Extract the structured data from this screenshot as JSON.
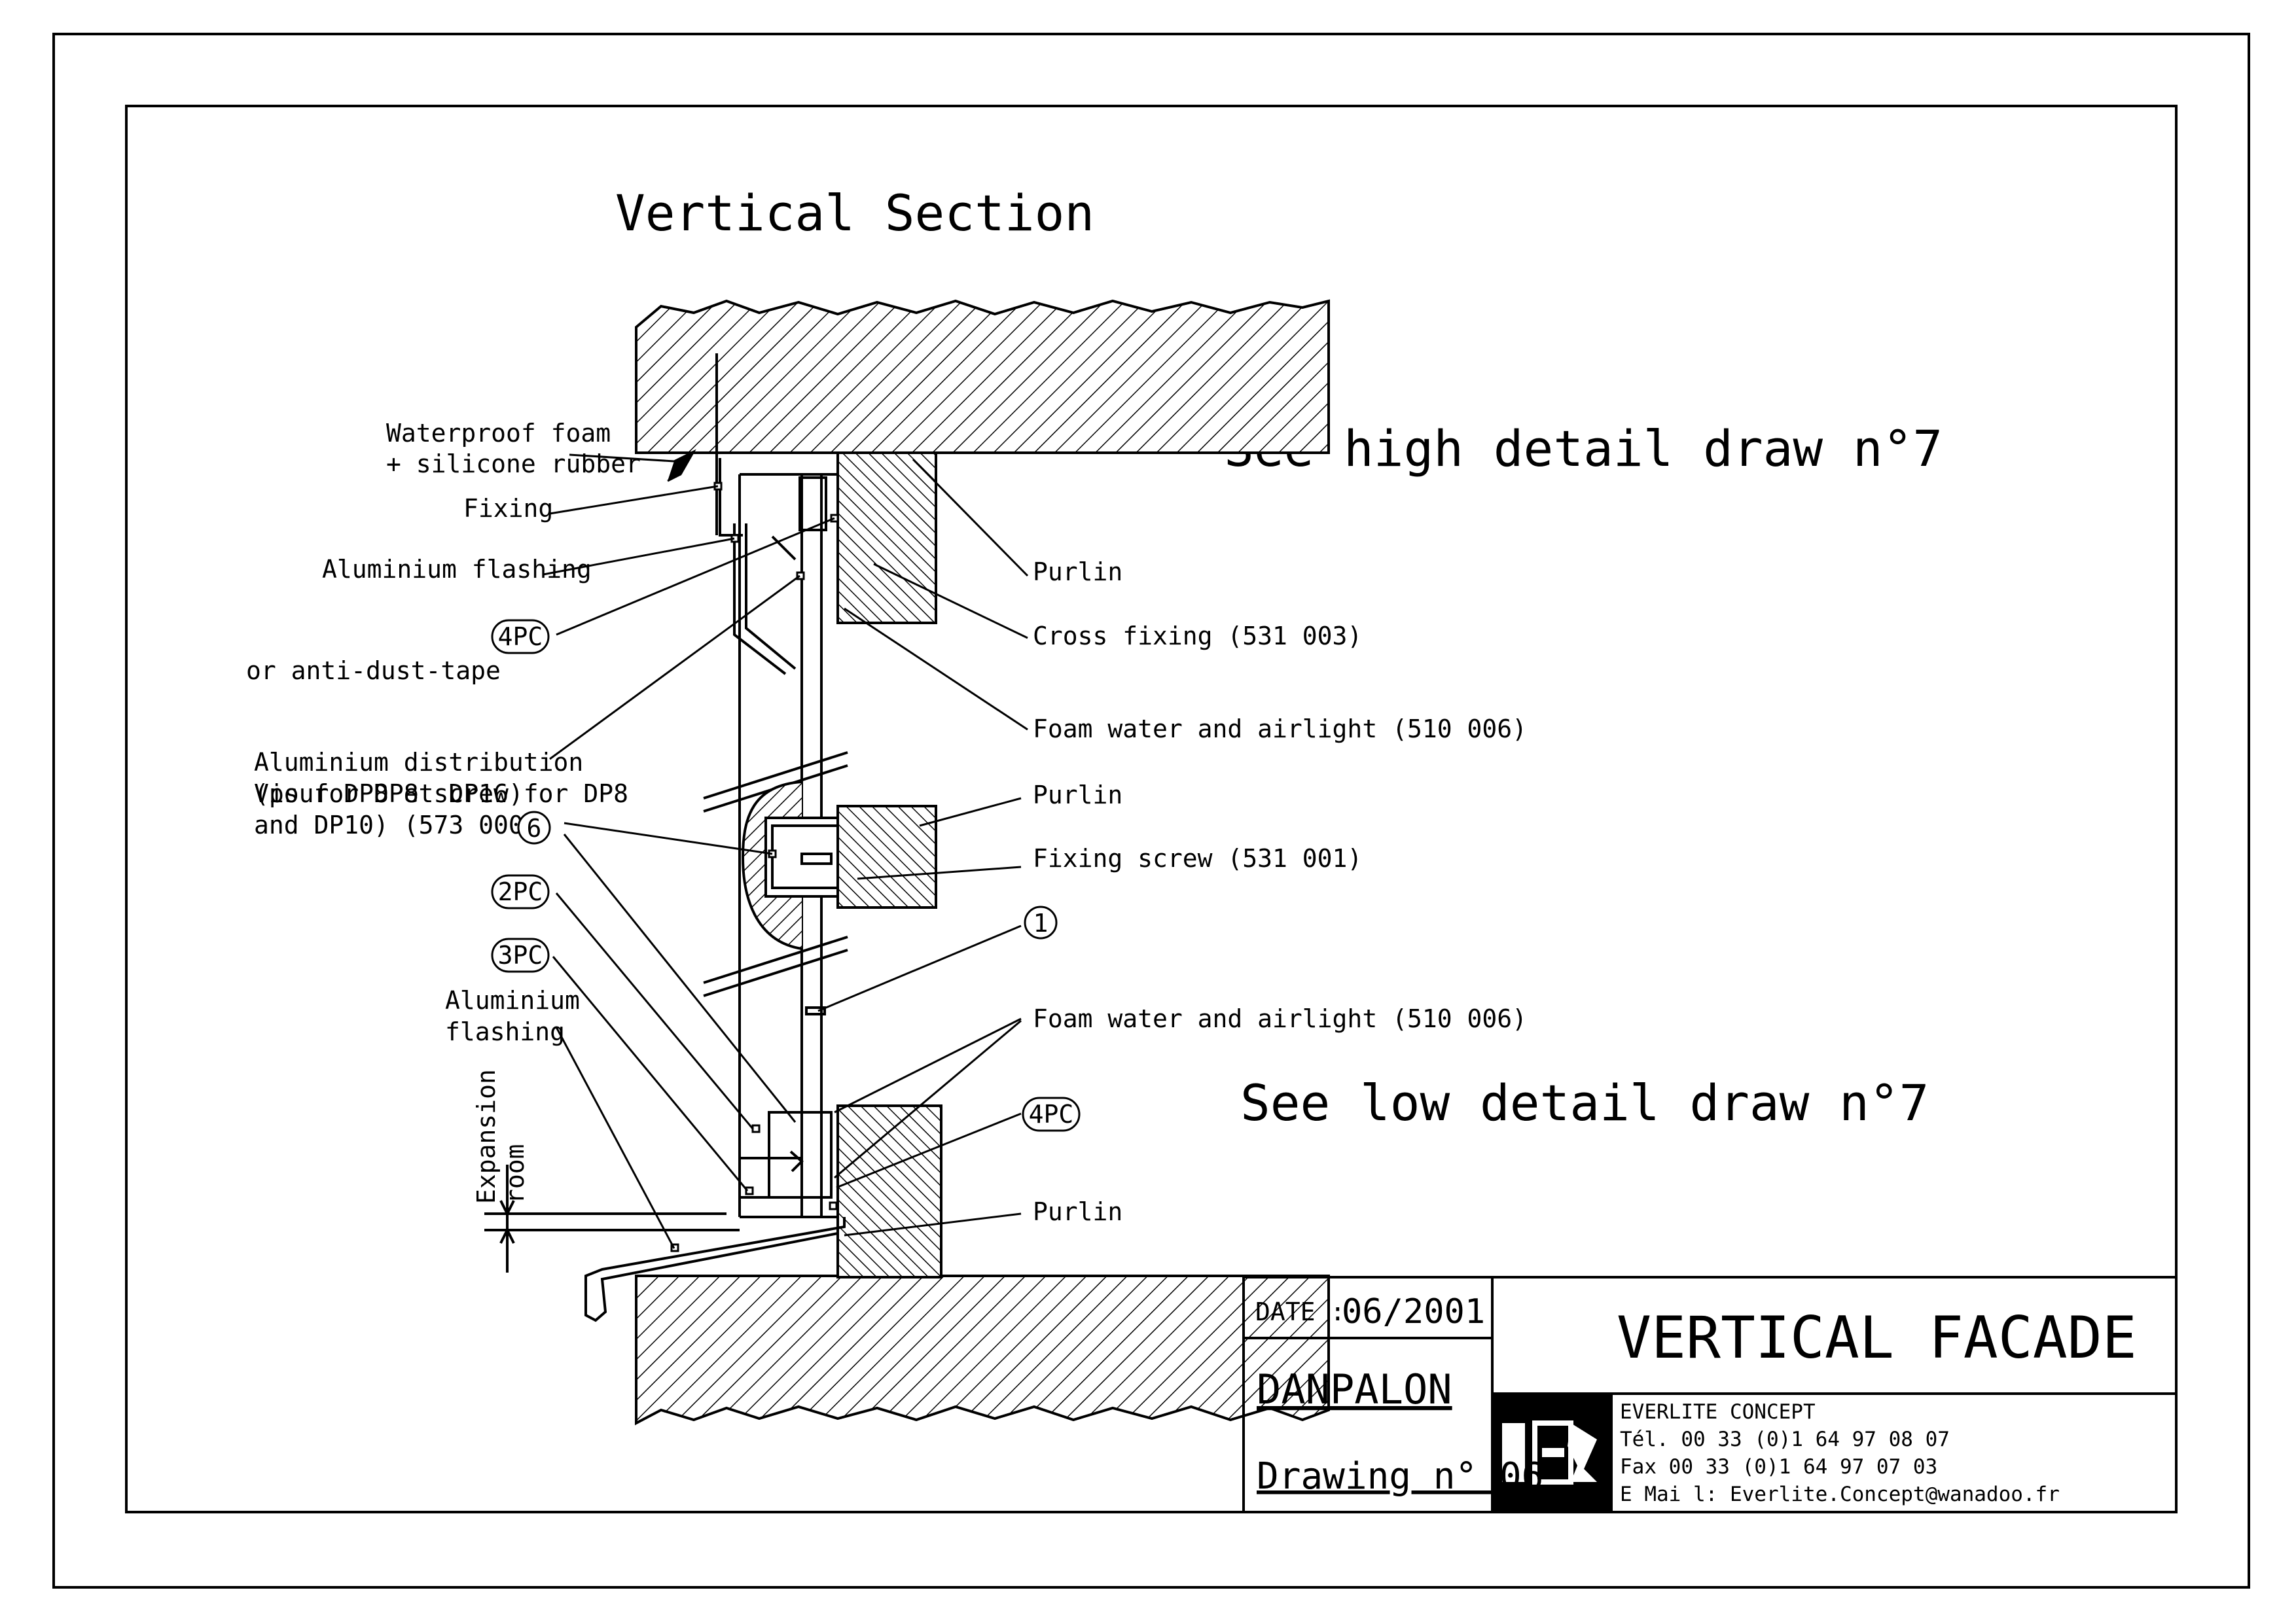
{
  "drawing": {
    "section_title": "Vertical Section",
    "note_high": "See high detail draw n°7",
    "note_low": "See low detail draw n°7",
    "labels": {
      "waterproof_foam_1": "Waterproof foam",
      "waterproof_foam_2": "+ silicone rubber",
      "fixing": "Fixing",
      "aluminium_flashing_top": "Aluminium flashing",
      "anti_dust_tape": "or anti-dust-tape",
      "distribution_1": "Aluminium distribution",
      "distribution_2": "(pour DP8 et DP16)",
      "distribution_2b": "Vis for DP8 screw for DP8",
      "distribution_3": "and DP10) (573 000)",
      "aluminium_flashing_low_1": "Aluminium",
      "aluminium_flashing_low_2": "flashing",
      "expansion_1": "Expansion",
      "expansion_2": "room",
      "purlin_top": "Purlin",
      "cross_fixing": "Cross fixing (531 003)",
      "foam_top": "Foam water and airlight (510 006)",
      "purlin_mid": "Purlin",
      "fixing_screw": "Fixing screw (531 001)",
      "foam_low": "Foam water and airlight (510 006)",
      "purlin_low": "Purlin"
    },
    "callouts": {
      "c4pc_top": "4PC",
      "c6": "6",
      "c2pc": "2PC",
      "c3pc": "3PC",
      "c1": "1",
      "c4pc_low": "4PC"
    }
  },
  "title_block": {
    "date_label": "DATE :",
    "date_value": "06/2001",
    "product": "DANPALON",
    "drawing_no": "Drawing n° 06",
    "title": "VERTICAL FACADE",
    "company": "EVERLITE CONCEPT",
    "tel": "Tél. 00 33 (0)1 64 97 08 07",
    "fax": "Fax 00 33 (0)1 64 97 07 03",
    "email": "E Mai l: Everlite.Concept@wanadoo.fr"
  }
}
